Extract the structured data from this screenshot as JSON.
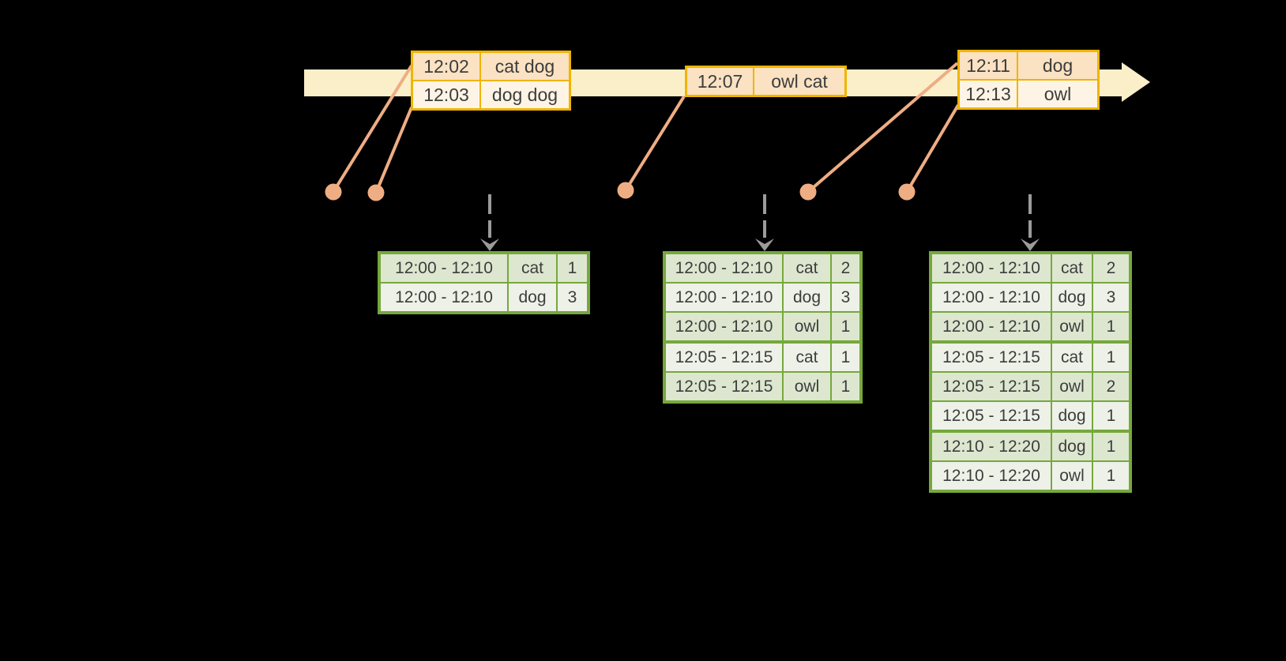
{
  "colors": {
    "background": "#000000",
    "timeline_fill": "#FAEFC9",
    "event_border": "#F0B400",
    "event_row_dark": "#FAE2C2",
    "event_row_light": "#FDF4E5",
    "connector": "#EFAD84",
    "trigger_arrow": "#9B9B9B",
    "result_border": "#76A83C",
    "result_row_dark": "#DDE7D0",
    "result_row_light": "#EDF1E7",
    "text": "#3D3D3D"
  },
  "event_tables": [
    {
      "id": "event-table-1",
      "rows": [
        [
          "12:02",
          "cat dog"
        ],
        [
          "12:03",
          "dog dog"
        ]
      ]
    },
    {
      "id": "event-table-2",
      "rows": [
        [
          "12:07",
          "owl cat"
        ]
      ]
    },
    {
      "id": "event-table-3",
      "rows": [
        [
          "12:11",
          "dog"
        ],
        [
          "12:13",
          "owl"
        ]
      ]
    }
  ],
  "result_tables": [
    {
      "id": "result-table-1",
      "rows": [
        [
          "12:00 - 12:10",
          "cat",
          "1"
        ],
        [
          "12:00 - 12:10",
          "dog",
          "3"
        ]
      ]
    },
    {
      "id": "result-table-2",
      "rows": [
        [
          "12:00 - 12:10",
          "cat",
          "2"
        ],
        [
          "12:00 - 12:10",
          "dog",
          "3"
        ],
        [
          "12:00 - 12:10",
          "owl",
          "1"
        ],
        [
          "12:05 - 12:15",
          "cat",
          "1"
        ],
        [
          "12:05 - 12:15",
          "owl",
          "1"
        ]
      ]
    },
    {
      "id": "result-table-3",
      "rows": [
        [
          "12:00 - 12:10",
          "cat",
          "2"
        ],
        [
          "12:00 - 12:10",
          "dog",
          "3"
        ],
        [
          "12:00 - 12:10",
          "owl",
          "1"
        ],
        [
          "12:05 - 12:15",
          "cat",
          "1"
        ],
        [
          "12:05 - 12:15",
          "owl",
          "2"
        ],
        [
          "12:05 - 12:15",
          "dog",
          "1"
        ],
        [
          "12:10 - 12:20",
          "dog",
          "1"
        ],
        [
          "12:10 - 12:20",
          "owl",
          "1"
        ]
      ]
    }
  ]
}
